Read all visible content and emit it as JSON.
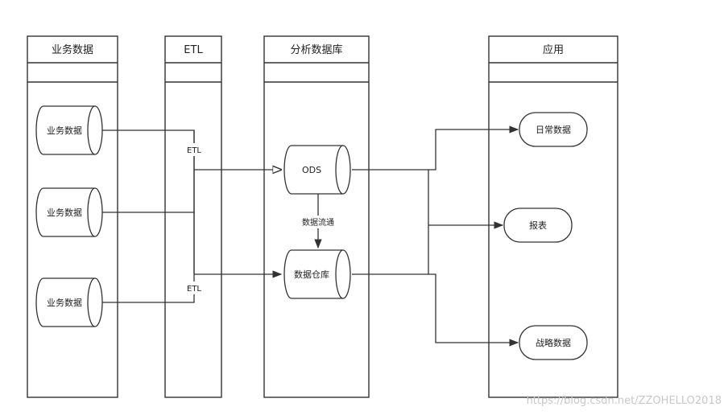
{
  "lanes": {
    "business": "业务数据",
    "etl": "ETL",
    "analysis_db": "分析数据库",
    "application": "应用"
  },
  "nodes": {
    "biz1": "业务数据",
    "biz2": "业务数据",
    "biz3": "业务数据",
    "ods": "ODS",
    "warehouse": "数据仓库",
    "daily": "日常数据",
    "report": "报表",
    "strategy": "战略数据"
  },
  "edge_labels": {
    "etl_top": "ETL",
    "etl_bottom": "ETL",
    "flow": "数据流通"
  },
  "watermark": "https://blog.csdn.net/ZZOHELLO2018"
}
